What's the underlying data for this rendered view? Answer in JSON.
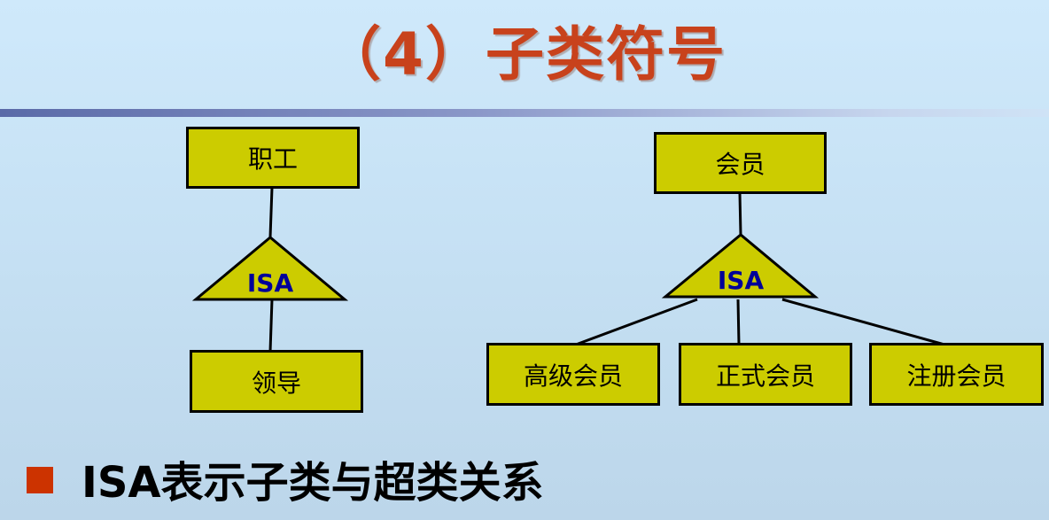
{
  "title": "（4）子类符号",
  "left_tree": {
    "parent": "职工",
    "isa": "ISA",
    "child": "领导"
  },
  "right_tree": {
    "parent": "会员",
    "isa": "ISA",
    "children": [
      "高级会员",
      "正式会员",
      "注册会员"
    ]
  },
  "bullet": "ISA表示子类与超类关系",
  "colors": {
    "title": "#c8421c",
    "box_fill": "#cccc00",
    "isa_text": "#000099",
    "bullet_marker": "#cc3300"
  }
}
